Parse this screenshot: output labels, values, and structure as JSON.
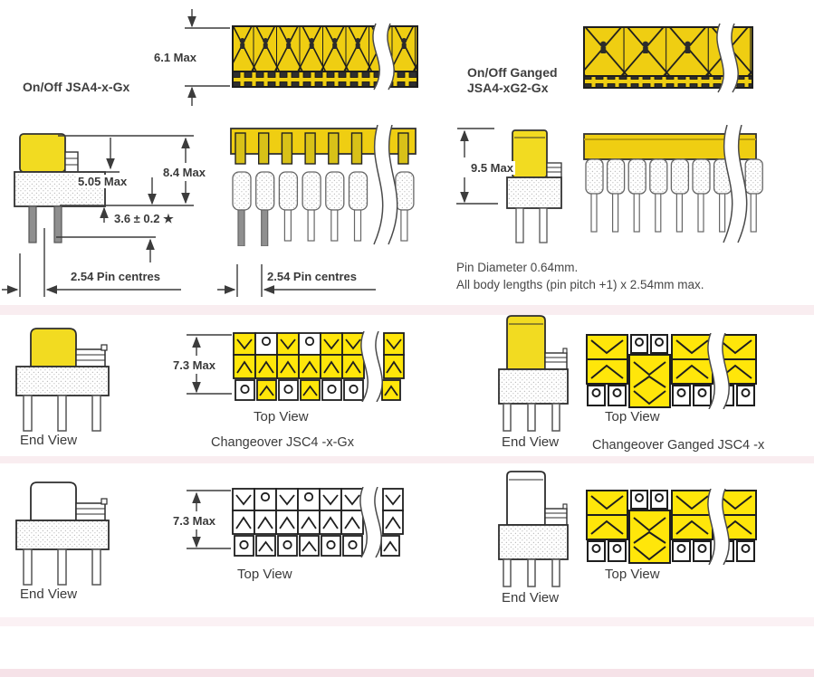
{
  "palette": {
    "switch_yellow": "#EFCE12",
    "bright_yellow": "#FFE60A",
    "line_color": "#3c3c3c",
    "band_pink": "#F9EDF0"
  },
  "onoff": {
    "title": "On/Off JSA4-x-Gx",
    "dim_actuator_height": "6.1 Max",
    "dim_body_height": "5.05 Max",
    "dim_total_height": "8.4 Max",
    "dim_standoff": "3.6 ± 0.2 ★",
    "dim_pin_centres_side": "2.54 Pin centres",
    "dim_pin_centres_front": "2.54 Pin centres"
  },
  "onoff_ganged": {
    "title_line1": "On/Off Ganged",
    "title_line2": "JSA4-xG2-Gx",
    "dim_total_height": "9.5 Max"
  },
  "notes": {
    "pin_diameter": "Pin Diameter 0.64mm.",
    "body_lengths": "All body lengths (pin pitch +1) x 2.54mm max."
  },
  "changeover": {
    "dim_total_height": "7.3 Max",
    "top_view_label": "Top View",
    "end_view_label": "End View",
    "caption": "Changeover JSC4 -x-Gx"
  },
  "changeover_ganged": {
    "top_view_label": "Top View",
    "end_view_label": "End View",
    "caption": "Changeover Ganged  JSC4 -x"
  },
  "changeover_unsealed": {
    "dim_total_height": "7.3 Max",
    "top_view_label": "Top View",
    "end_view_label": "End View"
  },
  "changeover_ganged_unsealed": {
    "top_view_label": "Top View",
    "end_view_label": "End View"
  }
}
